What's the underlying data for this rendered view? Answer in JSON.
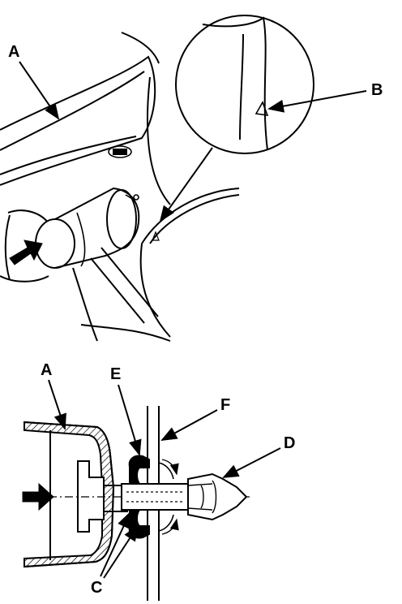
{
  "callouts": {
    "top_a": "A",
    "top_b": "B",
    "bottom_a": "A",
    "bottom_e": "E",
    "bottom_f": "F",
    "bottom_d": "D",
    "bottom_c": "C"
  },
  "colors": {
    "ink": "#000000",
    "paper": "#ffffff"
  }
}
